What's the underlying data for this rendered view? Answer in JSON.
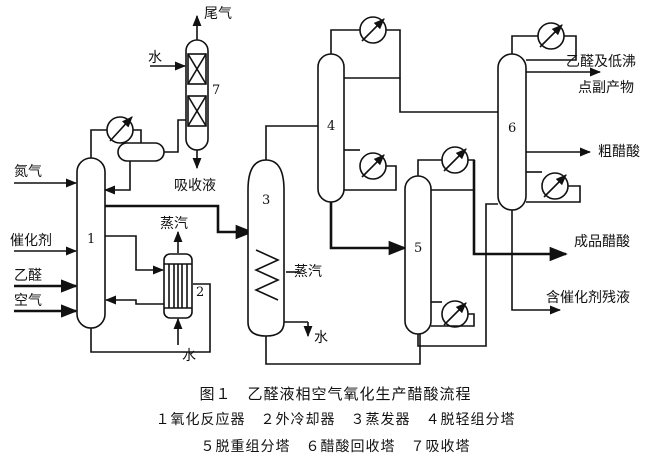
{
  "streams": {
    "nitrogen": "氮气",
    "catalyst": "催化剂",
    "acetaldehyde": "乙醛",
    "air": "空气",
    "tail_gas": "尾气",
    "water_top": "水",
    "absorbed_liquid": "吸收液",
    "steam_cooler": "蒸汽",
    "water_cooler": "水",
    "steam_evap": "蒸汽",
    "water_evap": "水",
    "light_products_l1": "乙醛及低沸",
    "light_products_l2": "点副产物",
    "crude_acid": "粗醋酸",
    "product_acid": "成品醋酸",
    "catalyst_residue": "含催化剂残液"
  },
  "units": {
    "u1": "1",
    "u2": "2",
    "u3": "3",
    "u4": "4",
    "u5": "5",
    "u6": "6",
    "u7": "7"
  },
  "caption": {
    "title": "图１　乙醛液相空气氧化生产醋酸流程",
    "legend_line1": "１氧化反应器　２外冷却器　３蒸发器　４脱轻组分塔",
    "legend_line2": "５脱重组分塔　６醋酸回收塔　７吸收塔"
  }
}
